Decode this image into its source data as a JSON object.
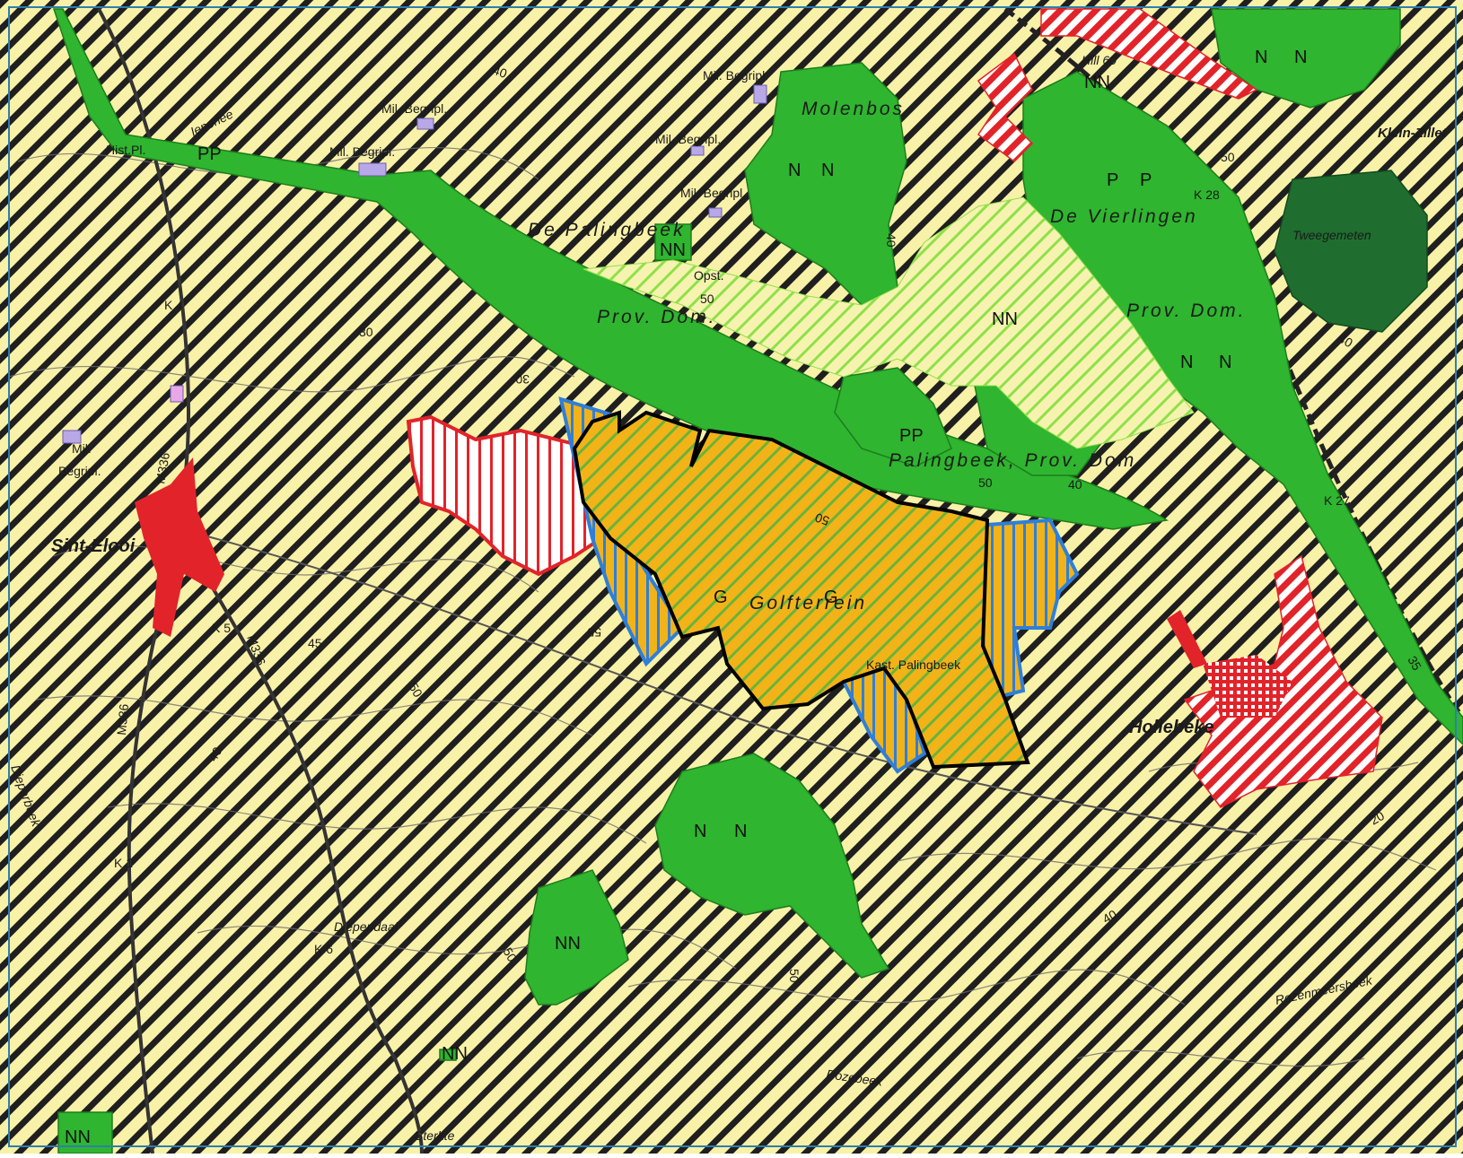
{
  "map": {
    "place_names": {
      "molenbos": "Molenbos",
      "de_palingbeek": "De Palingbeek",
      "de_vierlingen": "De Vierlingen",
      "prov_dom_left": "Prov. Dom.",
      "prov_dom_right": "Prov. Dom.",
      "palingbeek_prov_dom": "Palingbeek, Prov. Dom.",
      "golfterrein": "Golfterrein",
      "sint_elooi": "Sint-Elooi",
      "hollebeke": "Hollebeke",
      "klein_zillebeke": "Klein-Zillet",
      "tweeling": "Tweegemeten",
      "diependaal": "Diependaal",
      "kast_palingbeek": "Kast. Palingbeek",
      "hill_60": "Hill 60",
      "opst": "Opst.",
      "sterkte": "Sterkte",
      "rozebeek": "Rozebeek",
      "rozenmeersbeek": "Rozenmeersbeek",
      "dieperbeek": "Dieperbeek",
      "ieperlee": "Ieperlee",
      "hist_pl": "Hist.Pl.",
      "mil_begripl": [
        "Mil. Begripl.",
        "Mil. Begripl.",
        "Mil. Begripl.",
        "Mil. Begripl."
      ],
      "mil_begripl_left_top": "Mil.",
      "mil_begripl_left_bottom": "Begripl."
    },
    "zone_codes": {
      "pp_top": "PP",
      "nn_molenbos": [
        "N",
        "N"
      ],
      "nn_palingbeek": "NN",
      "nn_top_right": [
        "N",
        "N"
      ],
      "nn_hill60": "NN",
      "pp_vierlingen": [
        "P",
        "P"
      ],
      "nn_center": "NN",
      "nn_vierlingen": [
        "N",
        "N"
      ],
      "pp_palingbeek": "PP",
      "golf_g": [
        "G",
        "G"
      ],
      "nn_south": [
        "N",
        "N"
      ],
      "nn_southwest": "NN",
      "nn_small": "NN",
      "nn_bottom_left": "NN"
    },
    "road_labels": {
      "k4": "K 4",
      "k5": "K 5",
      "k1": "K 1",
      "k6": "K 6",
      "k28": "K 28",
      "k27": "K 27",
      "m336_a": "M336",
      "m336_b": "M336",
      "m336_c": "M336"
    },
    "contour_labels": [
      "40",
      "50",
      "50",
      "50",
      "45",
      "40",
      "50",
      "40",
      "40",
      "55",
      "50",
      "20",
      "30",
      "50",
      "40",
      "30",
      "40",
      "50",
      "35"
    ],
    "colors": {
      "agriculture": "#f8f1a8",
      "hatch": "#1f1f1f",
      "forest": "#2fb52f",
      "forest_dark": "#1f6e2f",
      "forest_light_hatch": "#8fe04a",
      "golf": "#f2b318",
      "golf_hatch": "#6ab33a",
      "residential": "#e2232a",
      "blue_zone": "#2f7fd9",
      "military": "#b8a8e8",
      "boundary": "#000000"
    }
  }
}
